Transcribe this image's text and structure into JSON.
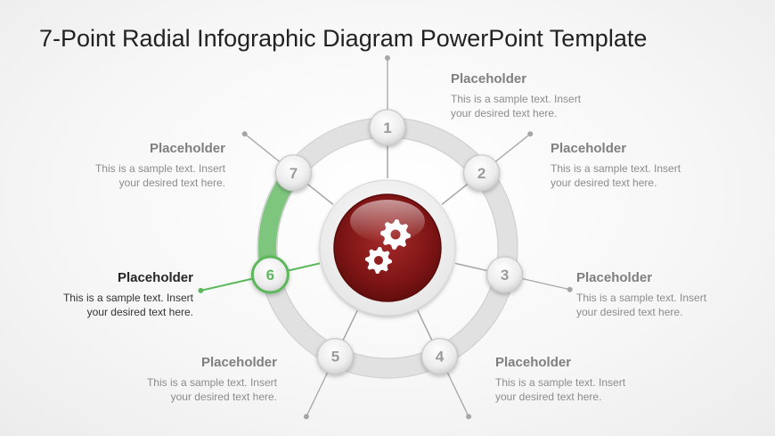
{
  "title": "7-Point Radial Infographic Diagram PowerPoint Template",
  "colors": {
    "active": "#5cb85c",
    "center": "#8b1a1a",
    "ring": "#dcdcdc",
    "connector": "#a6a6a6"
  },
  "center_icon": "gears-icon",
  "active_node": 6,
  "nodes": [
    {
      "number": "1",
      "heading": "Placeholder",
      "text": "This is a sample text. Insert your desired text here."
    },
    {
      "number": "2",
      "heading": "Placeholder",
      "text": "This is a sample text. Insert your desired text here."
    },
    {
      "number": "3",
      "heading": "Placeholder",
      "text": "This is a sample text. Insert your desired text here."
    },
    {
      "number": "4",
      "heading": "Placeholder",
      "text": "This is a sample text. Insert your desired text here."
    },
    {
      "number": "5",
      "heading": "Placeholder",
      "text": "This is a sample text. Insert your desired text here."
    },
    {
      "number": "6",
      "heading": "Placeholder",
      "text": "This is a sample text. Insert your desired text here."
    },
    {
      "number": "7",
      "heading": "Placeholder",
      "text": "This is a sample text. Insert your desired text here."
    }
  ]
}
